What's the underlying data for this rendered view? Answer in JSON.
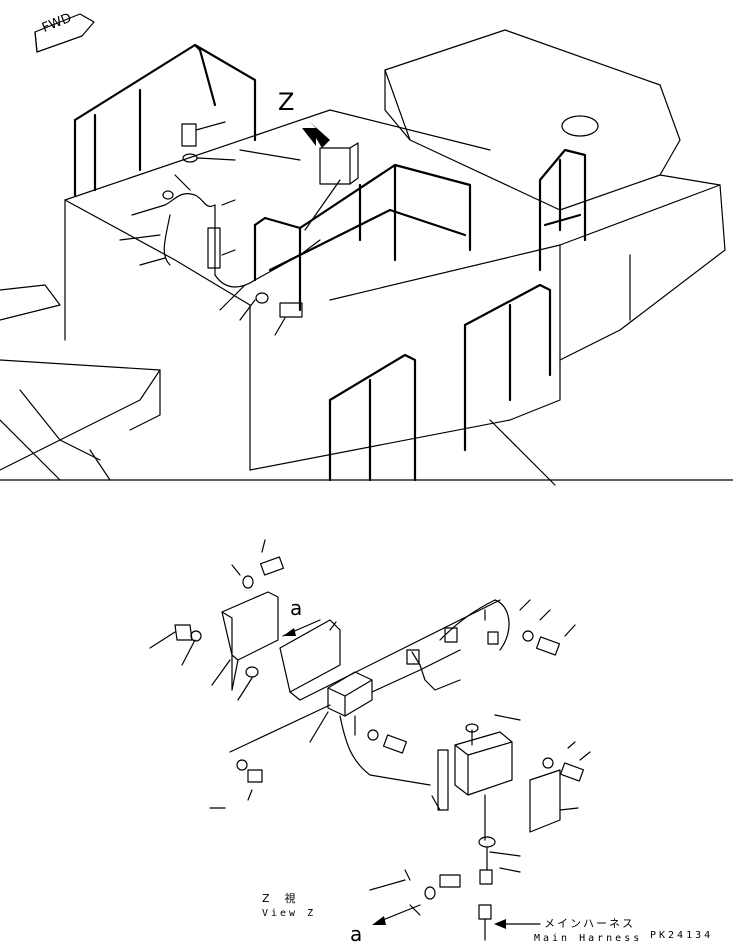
{
  "labels": {
    "fwd": "FWD",
    "view_letter": "Z",
    "detail_a_top": "a",
    "detail_a_bottom": "a",
    "view_jp": "Z　視",
    "view_en": "View Z",
    "harness_jp": "メインハーネス",
    "harness_en": "Main Harness",
    "part_code": "PK24134"
  }
}
